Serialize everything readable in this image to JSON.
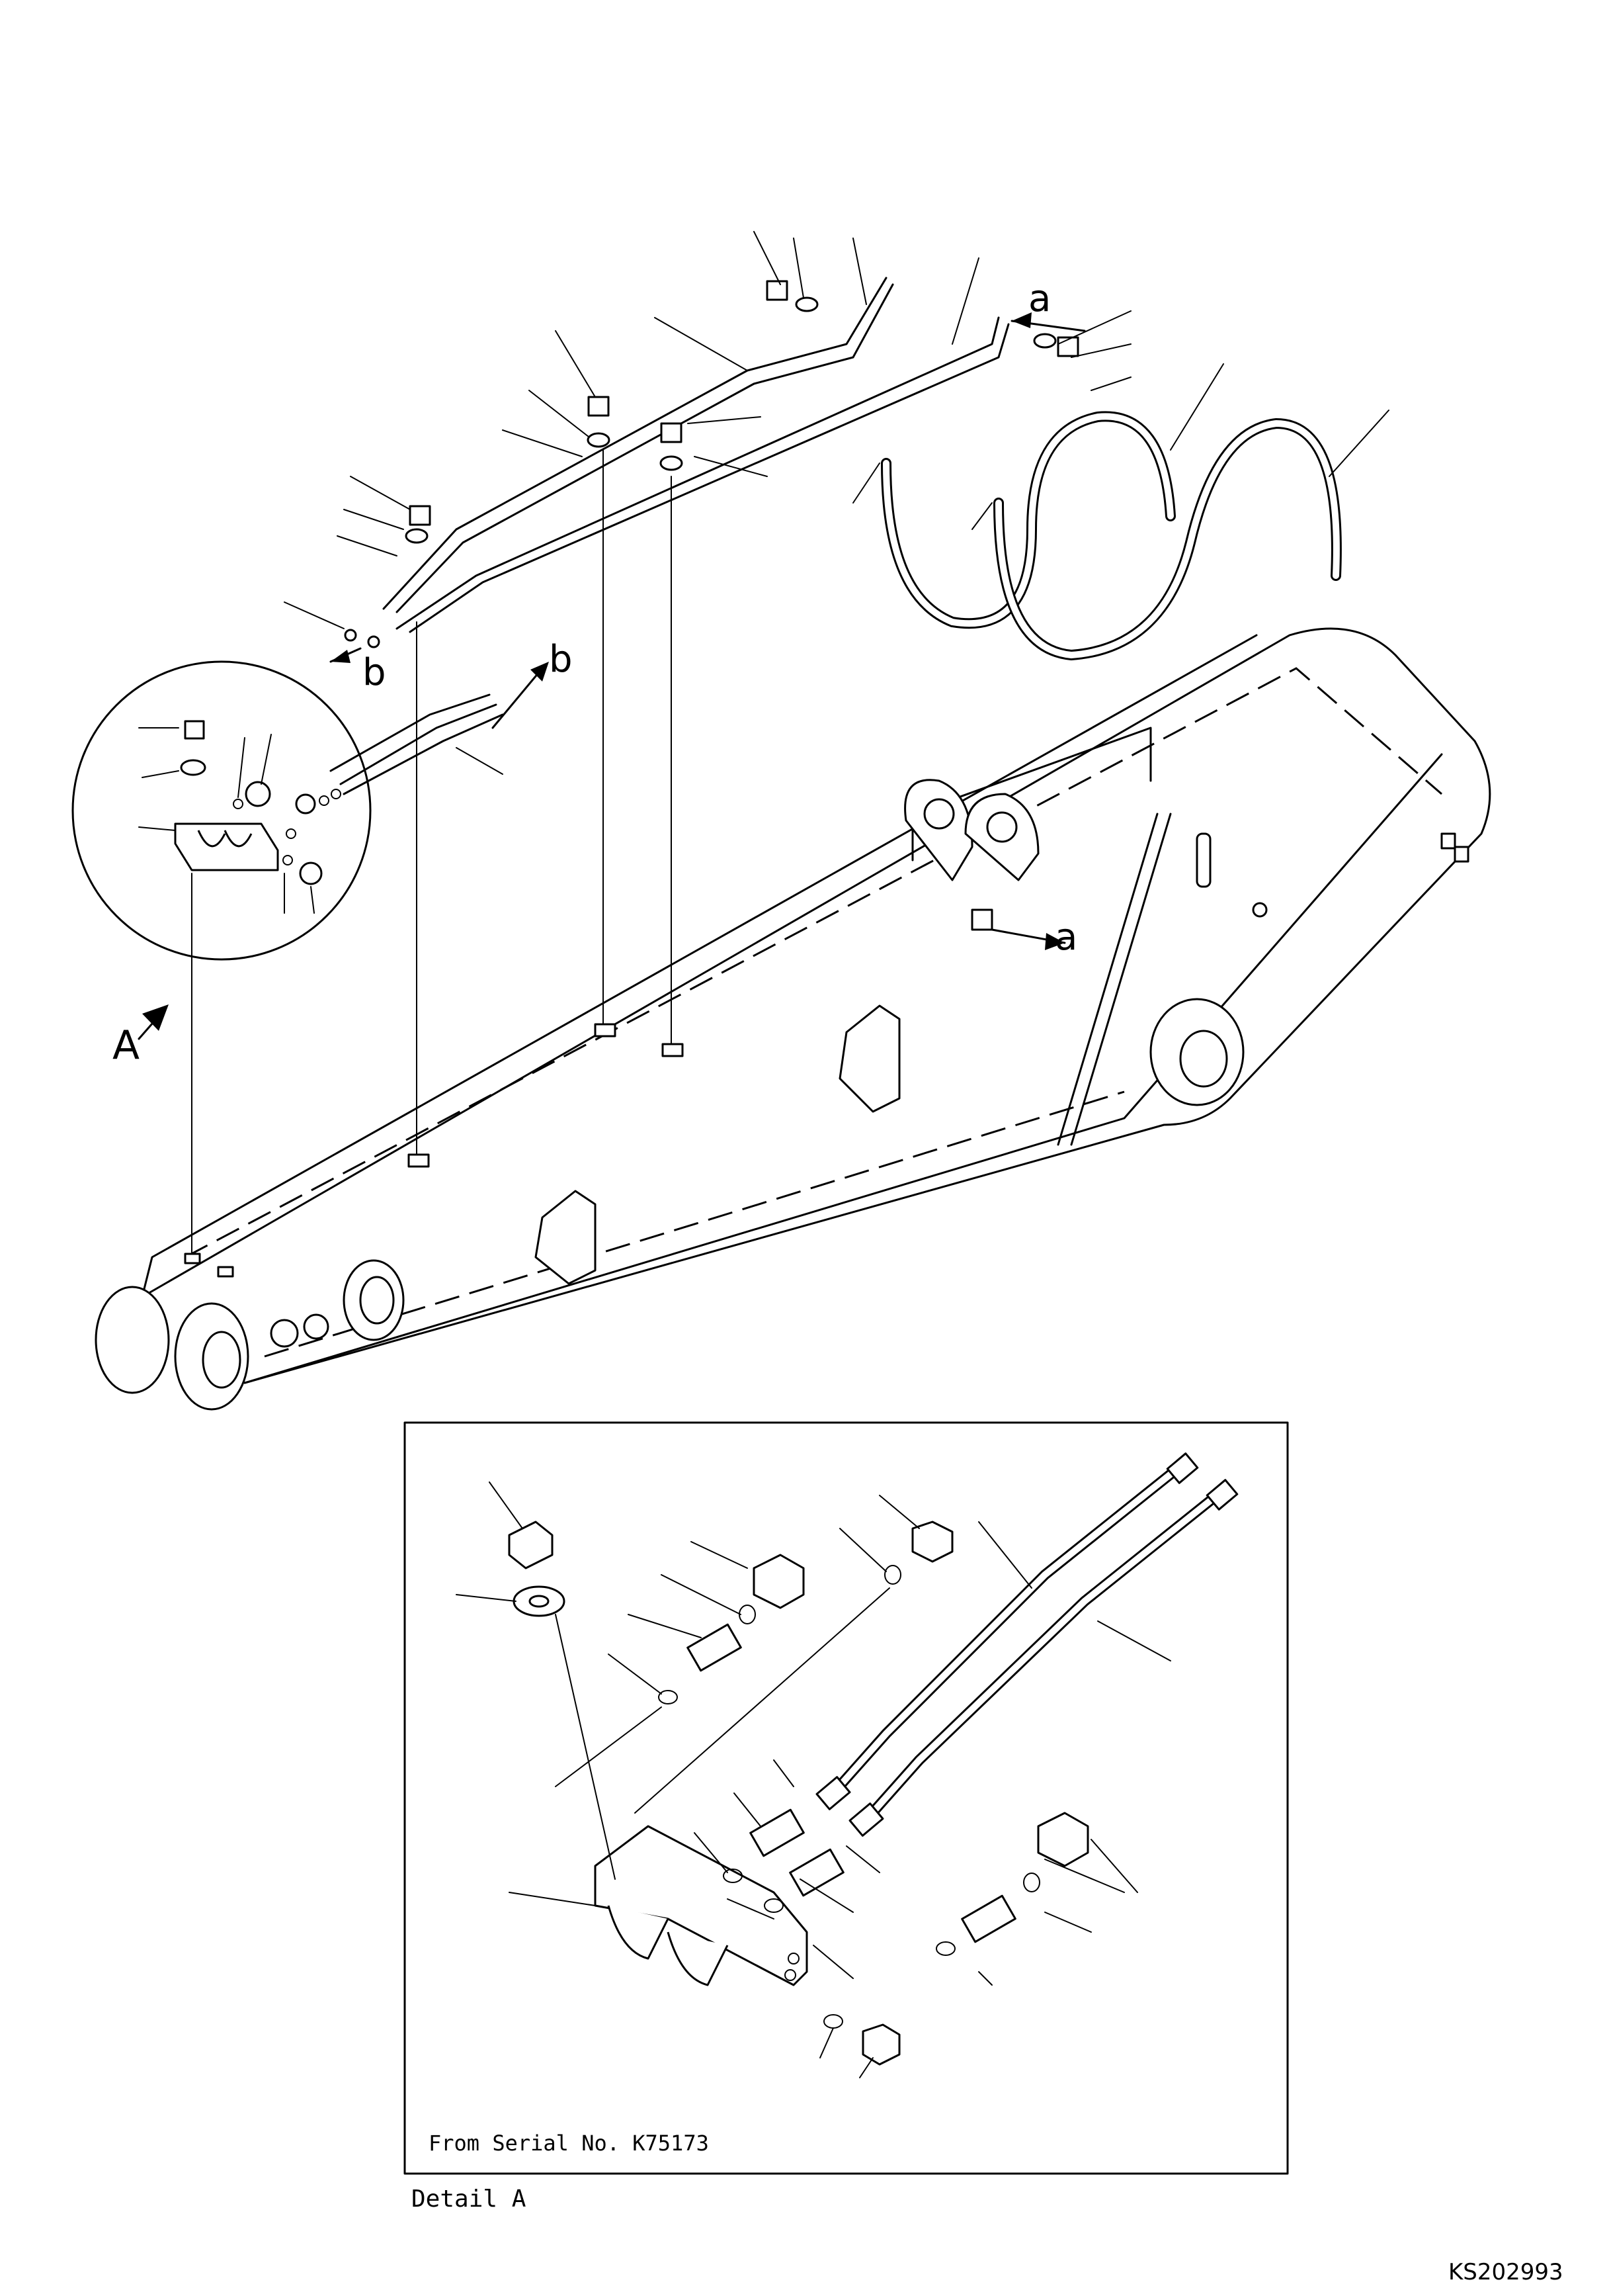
{
  "labels": {
    "arrow_a": "a",
    "arrow_b": "b",
    "detail_ref": "A",
    "serial_note": "From Serial No. K75173",
    "detail_caption": "Detail A",
    "drawing_id": "KS202993"
  },
  "colors": {
    "line": "#000000",
    "background": "#ffffff"
  }
}
